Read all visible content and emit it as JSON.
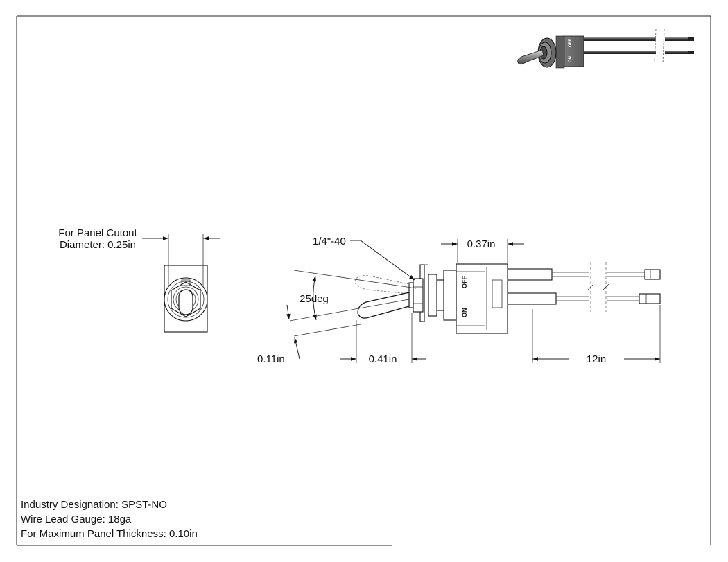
{
  "dimensions": {
    "panel_cutout_line1": "For Panel Cutout",
    "panel_cutout_line2": "Diameter: 0.25in",
    "thread": "1/4\"-40",
    "body_width": "0.37in",
    "angle": "25deg",
    "lever_diameter": "0.11in",
    "lever_length": "0.41in",
    "lead_length": "12in"
  },
  "body_labels": {
    "off": "OFF",
    "on": "ON"
  },
  "specs": [
    "Industry Designation: SPST-NO",
    "Wire Lead Gauge: 18ga",
    "For Maximum Panel Thickness: 0.10in"
  ]
}
